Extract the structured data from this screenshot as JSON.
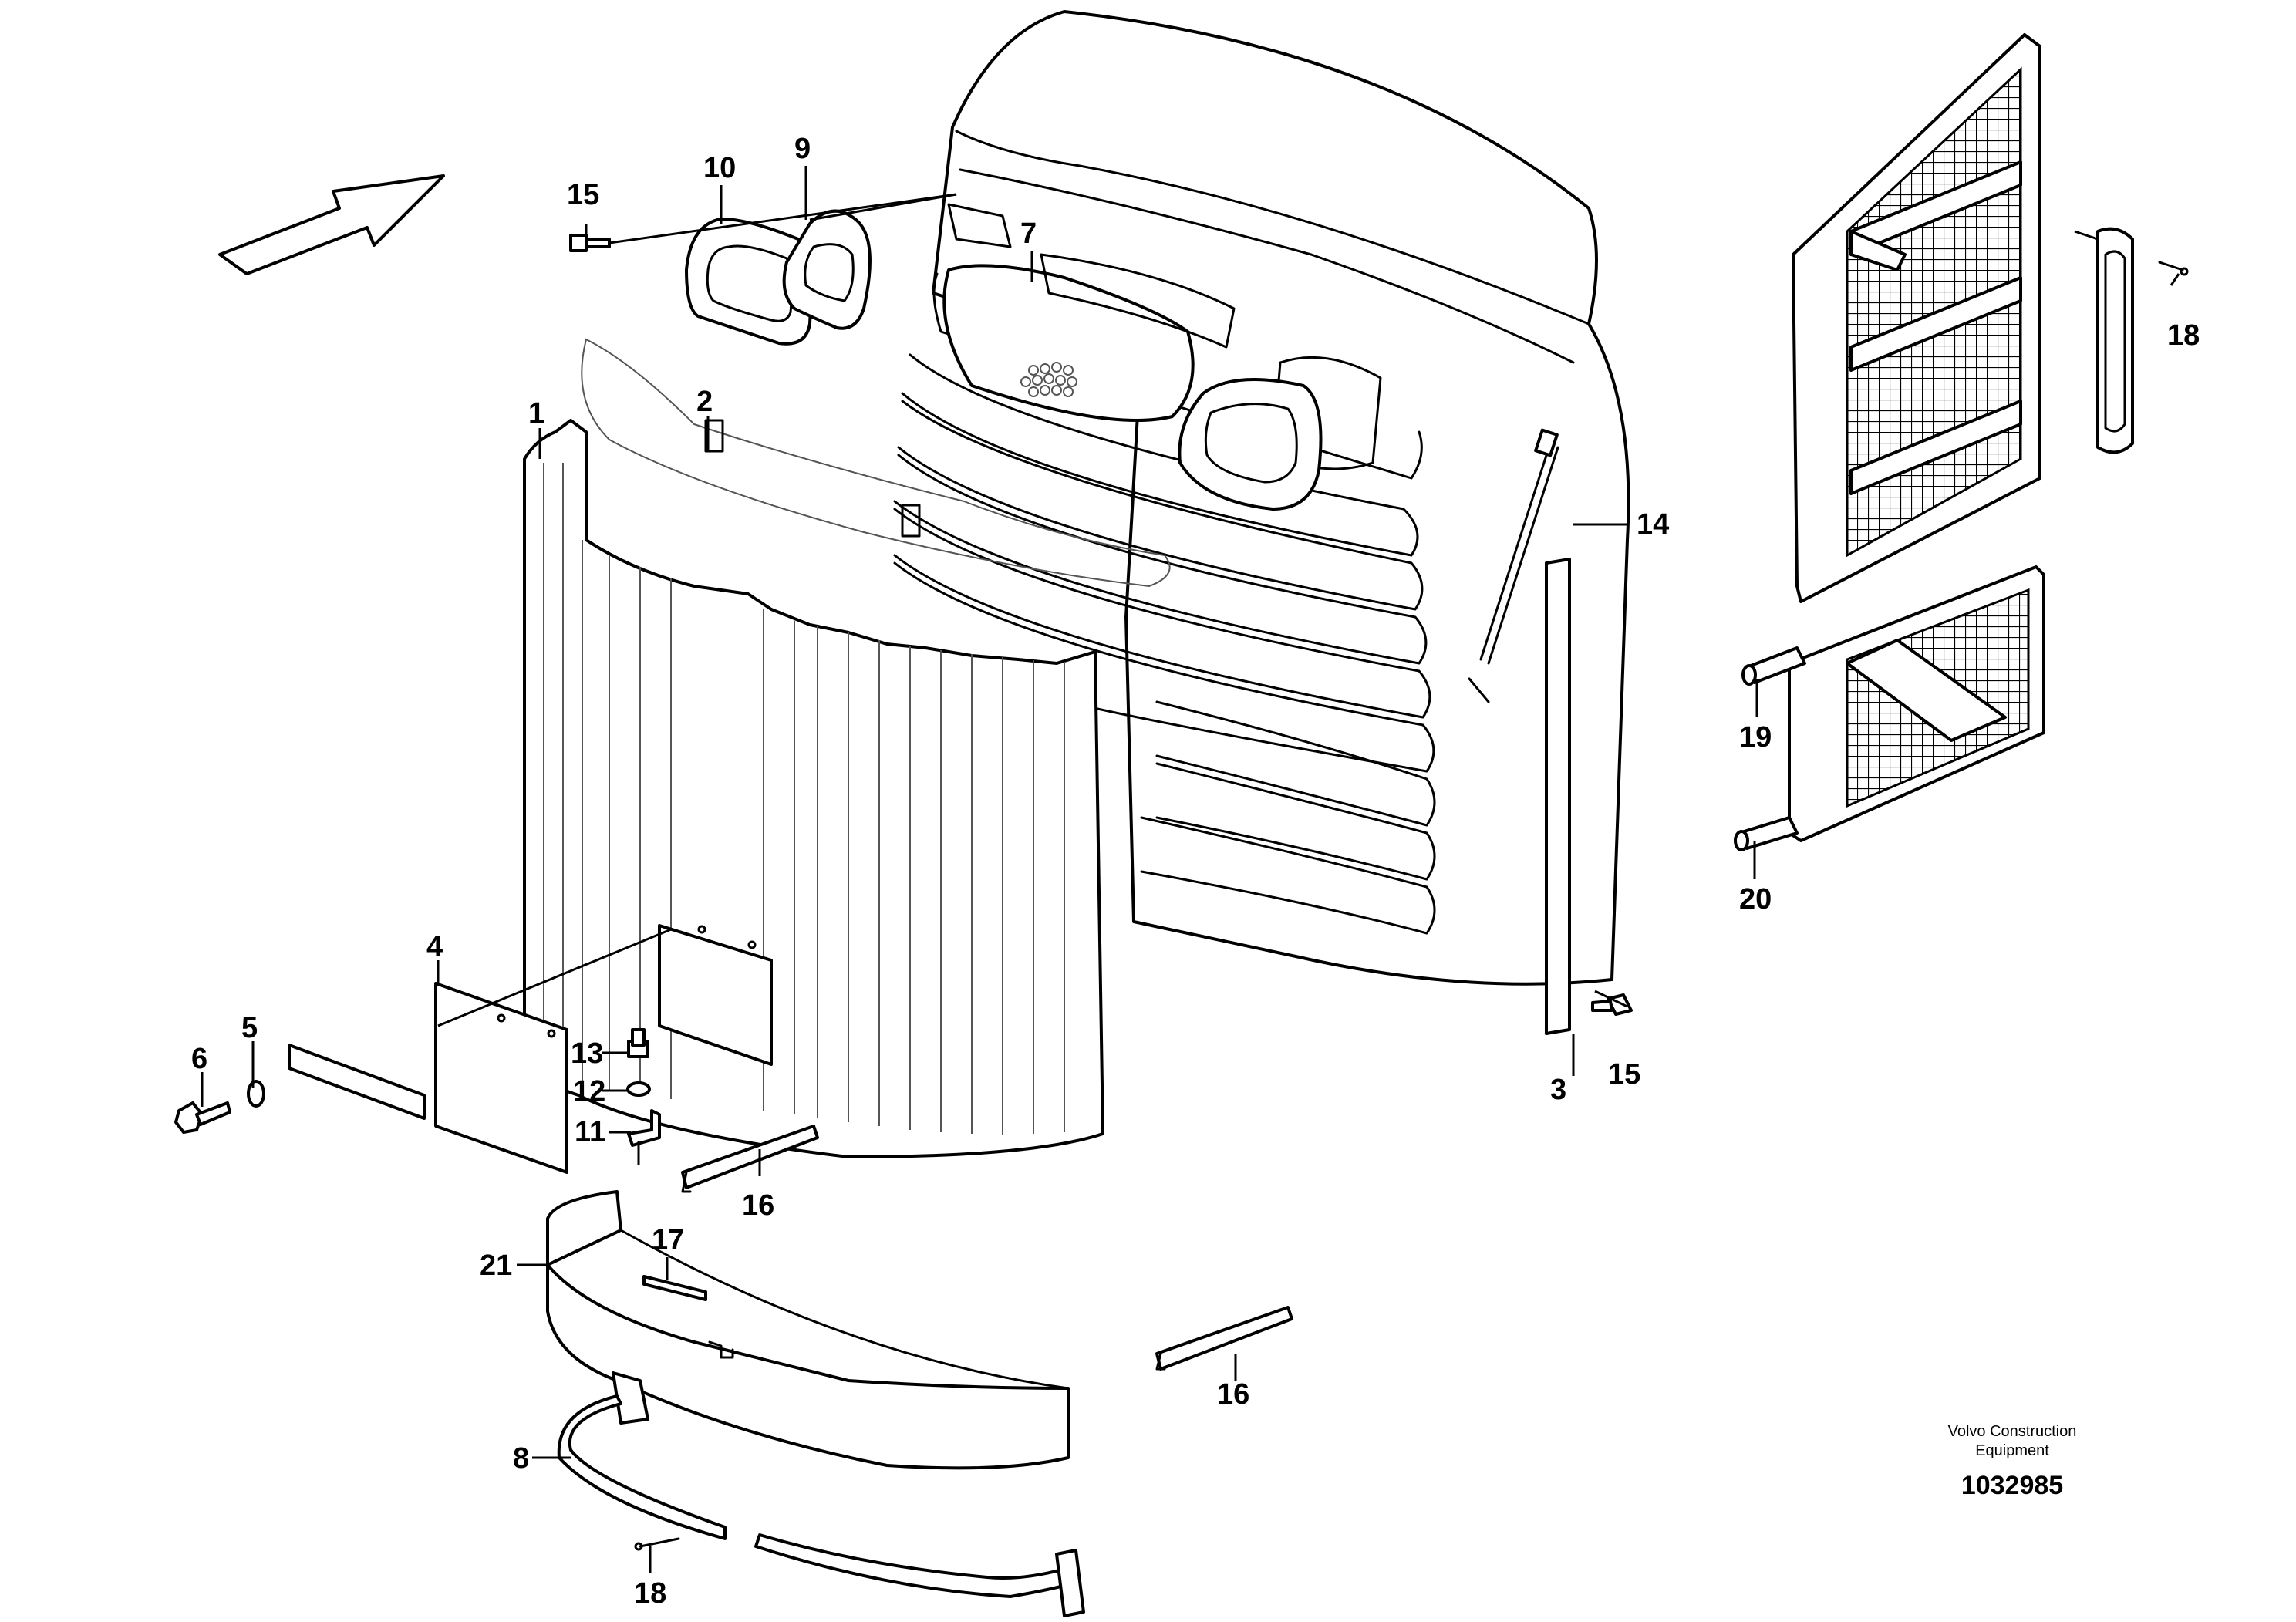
{
  "callouts": {
    "c1": "1",
    "c2": "2",
    "c3": "3",
    "c4": "4",
    "c5": "5",
    "c6": "6",
    "c7": "7",
    "c8": "8",
    "c9": "9",
    "c10": "10",
    "c11": "11",
    "c12": "12",
    "c13": "13",
    "c14": "14",
    "c15a": "15",
    "c15b": "15",
    "c16a": "16",
    "c16b": "16",
    "c17": "17",
    "c18a": "18",
    "c18b": "18",
    "c19": "19",
    "c20": "20",
    "c21": "21"
  },
  "footer": {
    "company_line1": "Volvo Construction",
    "company_line2": "Equipment",
    "drawing_number": "1032985"
  },
  "colors": {
    "line": "#000000",
    "background": "#ffffff",
    "mesh": "#000000"
  },
  "icons": {
    "direction": "arrow-icon"
  }
}
